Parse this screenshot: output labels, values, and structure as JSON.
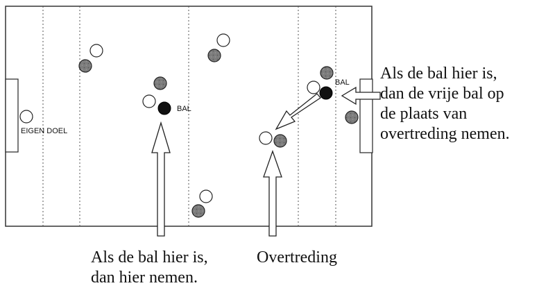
{
  "labels": {
    "own_goal": "EIGEN DOEL",
    "ball_center": "BAL",
    "ball_right": "BAL"
  },
  "captions": {
    "right": [
      "Als de bal hier is,",
      "dan de vrije bal op",
      "de plaats van",
      "overtreding nemen."
    ],
    "left": [
      "Als de bal hier is,",
      "dan hier nemen."
    ],
    "middle": "Overtreding"
  },
  "colors": {
    "player_dark": "#7a7a7a",
    "player_light": "#ffffff",
    "ball": "#111111",
    "lines": "#333333"
  }
}
